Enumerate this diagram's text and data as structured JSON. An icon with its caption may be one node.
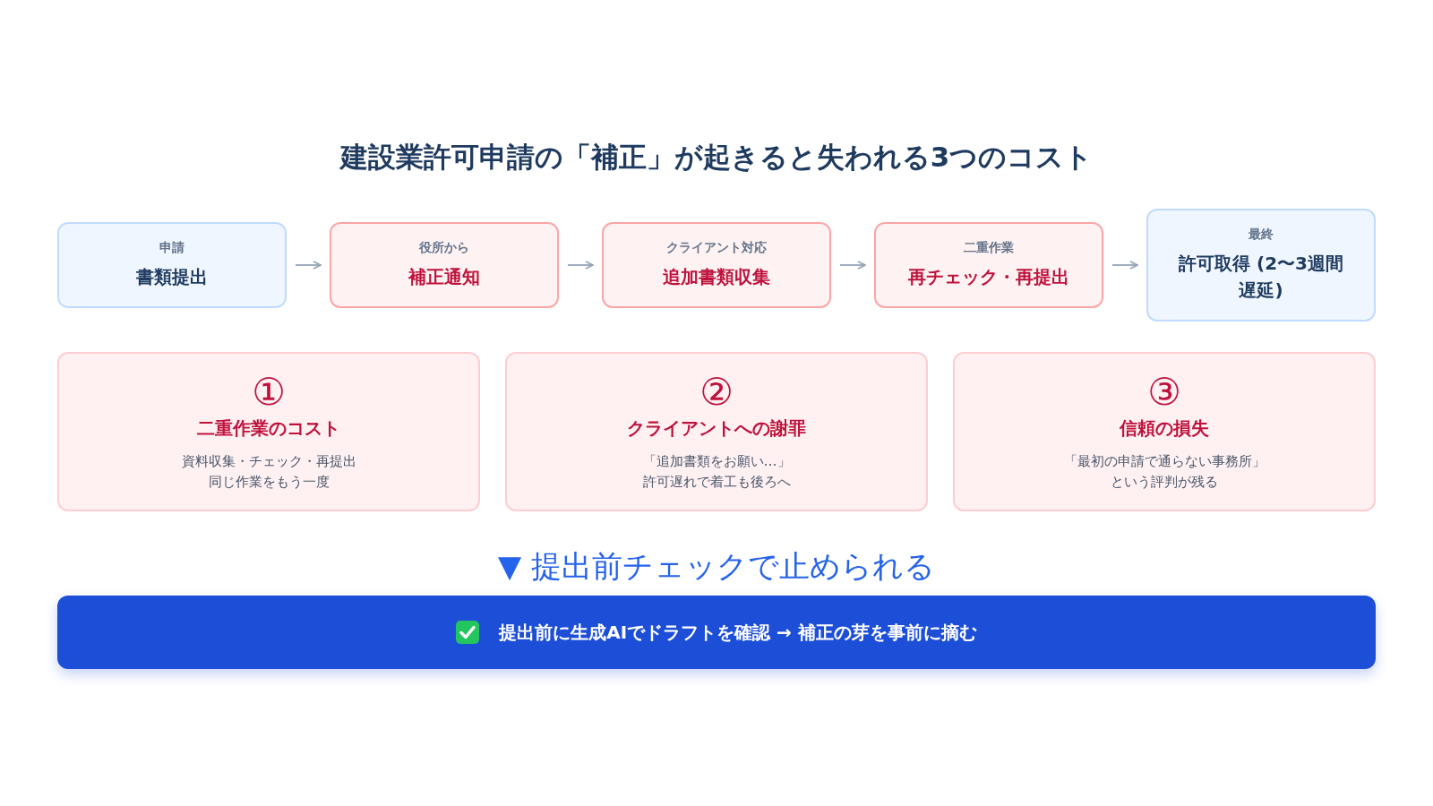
{
  "diagram": {
    "title": "建設業許可申請の「補正」が起きると失われる3つのコスト",
    "nodes": [
      {
        "text": [
          "申請",
          "書類提出"
        ]
      },
      {
        "text": [
          "役所から",
          "補正通知"
        ]
      },
      {
        "text": [
          "クライアント対応",
          "追加書類収集"
        ]
      },
      {
        "text": [
          "二重作業",
          "再チェック・再提出"
        ]
      },
      {
        "text": [
          "最終",
          "許可取得 (2〜3週間遅延)"
        ]
      },
      {
        "text": [
          "①",
          "二重作業のコスト",
          "資料収集・チェック・再提出",
          "同じ作業をもう一度"
        ]
      },
      {
        "text": [
          "②",
          "クライアントへの謝罪",
          "「追加書類をお願い…」",
          "許可遅れで着工も後ろへ"
        ]
      },
      {
        "text": [
          "③",
          "信頼の損失",
          "「最初の申請で通らない事務所」",
          "という評判が残る"
        ]
      },
      {
        "text": [
          "提出前に生成AIでドラフトを確認 → 補正の芽を事前に摘む"
        ]
      }
    ],
    "edges": [
      {
        "from": 0,
        "to": 1,
        "arrow": "to"
      },
      {
        "from": 1,
        "to": 2,
        "arrow": "to"
      },
      {
        "from": 2,
        "to": 3,
        "arrow": "to"
      },
      {
        "from": 3,
        "to": 4,
        "arrow": "to"
      }
    ],
    "labels": [
      "▼ 提出前チェックで止められる"
    ]
  }
}
